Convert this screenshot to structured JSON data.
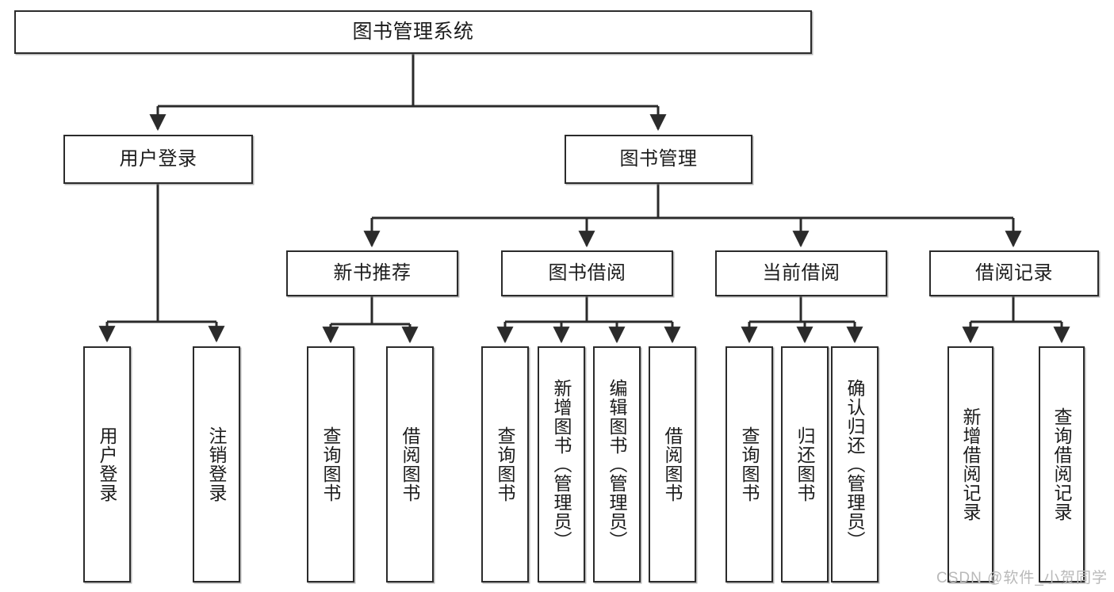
{
  "diagram": {
    "title": "图书管理系统",
    "watermark": "CSDN @软件_小贺同学",
    "accent_color": "#2b2b2b",
    "background_color": "#ffffff",
    "nodes": {
      "root": {
        "label": "图书管理系统"
      },
      "level1": [
        {
          "id": "user-login",
          "label": "用户登录"
        },
        {
          "id": "book-management",
          "label": "图书管理"
        }
      ],
      "level2": [
        {
          "id": "new-book-recommend",
          "label": "新书推荐"
        },
        {
          "id": "book-borrow",
          "label": "图书借阅"
        },
        {
          "id": "current-borrow",
          "label": "当前借阅"
        },
        {
          "id": "borrow-record",
          "label": "借阅记录"
        }
      ],
      "leaves": {
        "user_login": [
          {
            "id": "leaf-user-login",
            "label": "用户登录"
          },
          {
            "id": "leaf-logout-login",
            "label": "注销登录"
          }
        ],
        "new_book_recommend": [
          {
            "id": "leaf-query-book-1",
            "label": "查询图书"
          },
          {
            "id": "leaf-borrow-book-1",
            "label": "借阅图书"
          }
        ],
        "book_borrow": [
          {
            "id": "leaf-query-book-2",
            "label": "查询图书"
          },
          {
            "id": "leaf-add-book",
            "label": "新增图书（管理员）"
          },
          {
            "id": "leaf-edit-book",
            "label": "编辑图书（管理员）"
          },
          {
            "id": "leaf-borrow-book-2",
            "label": "借阅图书"
          }
        ],
        "current_borrow": [
          {
            "id": "leaf-query-book-3",
            "label": "查询图书"
          },
          {
            "id": "leaf-return-book",
            "label": "归还图书"
          },
          {
            "id": "leaf-confirm-return",
            "label": "确认归还（管理员）"
          }
        ],
        "borrow_record": [
          {
            "id": "leaf-add-record",
            "label": "新增借阅记录"
          },
          {
            "id": "leaf-query-record",
            "label": "查询借阅记录"
          }
        ]
      }
    }
  }
}
